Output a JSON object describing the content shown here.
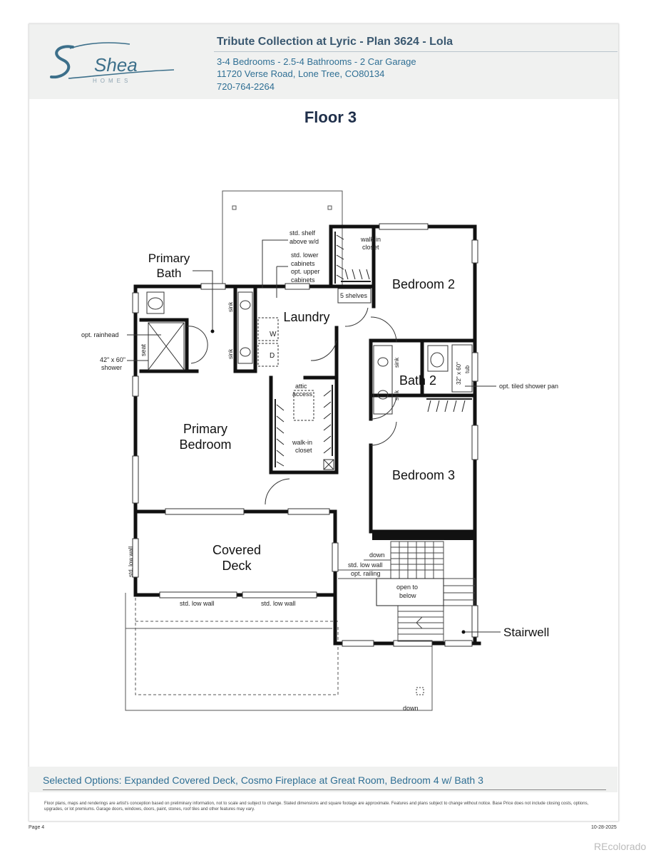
{
  "header": {
    "logo_text": "Shea",
    "logo_subtext": "HOMES",
    "title": "Tribute Collection at Lyric - Plan 3624 - Lola",
    "specs": "3-4 Bedrooms - 2.5-4 Bathrooms - 2 Car Garage",
    "address": "11720 Verse Road, Lone Tree, CO80134",
    "phone": "720-764-2264"
  },
  "floor_title": "Floor 3",
  "rooms": {
    "primary_bath_1": "Primary",
    "primary_bath_2": "Bath",
    "laundry": "Laundry",
    "bedroom2": "Bedroom 2",
    "bath2": "Bath 2",
    "primary_bedroom_1": "Primary",
    "primary_bedroom_2": "Bedroom",
    "bedroom3": "Bedroom 3",
    "covered_deck_1": "Covered",
    "covered_deck_2": "Deck",
    "stairwell": "Stairwell"
  },
  "notes": {
    "std_shelf_1": "std. shelf",
    "std_shelf_2": "above w/d",
    "std_lower_1": "std. lower",
    "std_lower_2": "cabinets",
    "opt_upper_1": "opt. upper",
    "opt_upper_2": "cabinets",
    "walkin_1": "walk-in",
    "walkin_2": "closet",
    "five_shelves": "5 shelves",
    "opt_rainhead": "opt. rainhead",
    "seat": "seat",
    "shower_1": "42\" x 60\"",
    "shower_2": "shower",
    "sink": "sink",
    "washer": "W",
    "dryer": "D",
    "attic_1": "attic",
    "attic_2": "access",
    "tub_1": "32\" x 60\"",
    "tub_2": "tub",
    "opt_tiled": "opt. tiled shower pan",
    "walkin2_1": "walk-in",
    "walkin2_2": "closet",
    "std_low_wall": "std. low wall",
    "down": "down",
    "std_low_wall_2": "std. low wall",
    "opt_railing": "opt. railing",
    "open_below_1": "open to",
    "open_below_2": "below"
  },
  "footer": {
    "selected_options": "Selected Options: Expanded Covered Deck, Cosmo Fireplace at Great Room, Bedroom 4 w/ Bath 3",
    "disclaimer": "Floor plans, maps and renderings are artist's conception based on preliminary information, not to scale and subject to change. Stated dimensions and square footage are approximate. Features and plans subject to change without notice. Base Price does not include closing costs, options, upgrades, or lot premiums. Garage doors, windows, doors, paint, stones, roof tiles and other features may vary.",
    "page": "Page 4",
    "date": "10-28-2025"
  },
  "watermark": "REcolorado"
}
